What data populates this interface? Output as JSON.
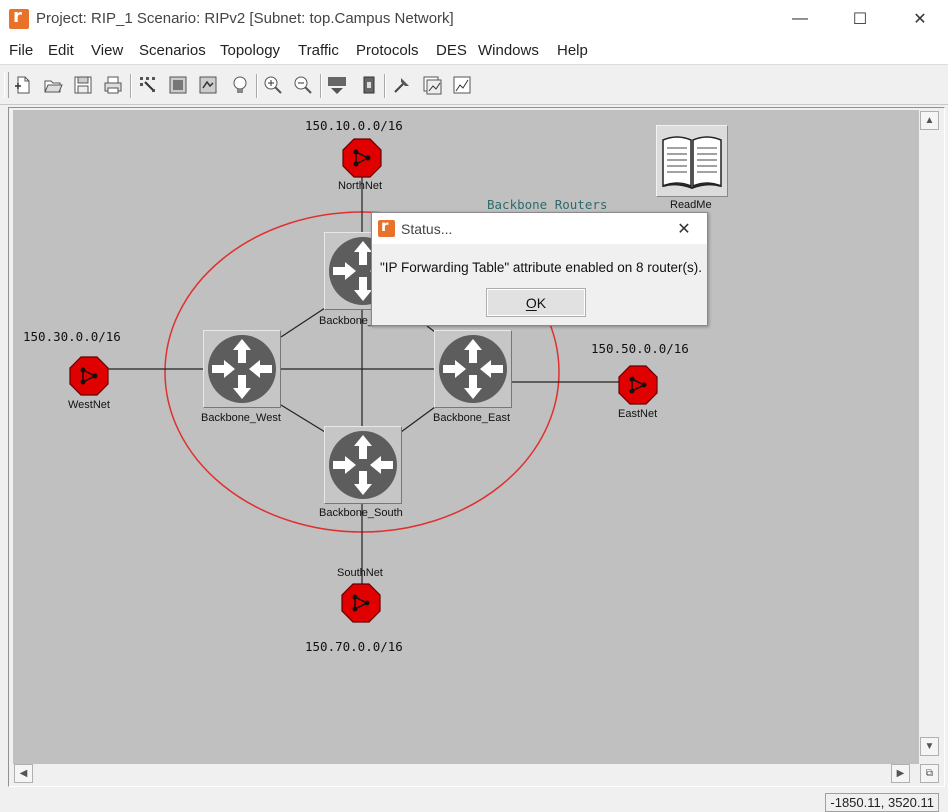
{
  "window": {
    "title": "Project: RIP_1 Scenario: RIPv2  [Subnet: top.Campus Network]",
    "minimize_glyph": "—",
    "maximize_glyph": "☐",
    "close_glyph": "✕"
  },
  "menu": [
    "File",
    "Edit",
    "View",
    "Scenarios",
    "Topology",
    "Traffic",
    "Protocols",
    "DES",
    "Windows",
    "Help"
  ],
  "toolbar_icons": [
    "new-project-icon",
    "open-icon",
    "save-icon",
    "print-icon",
    "object-palette-icon",
    "configure-icon",
    "duplicate-icon",
    "inspect-icon",
    "zoom-in-icon",
    "zoom-out-icon",
    "ace-icon",
    "fail-icon",
    "run-simulation-icon",
    "view-results-icon",
    "hide-graphs-icon"
  ],
  "network": {
    "group_label": "Backbone Routers",
    "routers": {
      "north_label": "Backbone_North",
      "west_label": "Backbone_West",
      "east_label": "Backbone_East",
      "south_label": "Backbone_South"
    },
    "subnets": {
      "north_name": "NorthNet",
      "north_addr": "150.10.0.0/16",
      "west_name": "WestNet",
      "west_addr": "150.30.0.0/16",
      "east_name": "EastNet",
      "east_addr": "150.50.0.0/16",
      "south_name": "SouthNet",
      "south_addr": "150.70.0.0/16"
    },
    "readme_label": "ReadMe"
  },
  "dialog": {
    "title": "Status...",
    "message": "\"IP Forwarding Table\" attribute enabled on 8 router(s).",
    "ok_mnemonic": "O",
    "ok_rest": "K"
  },
  "status": {
    "coordinates": "-1850.11, 3520.11"
  },
  "colors": {
    "canvas": "#c0c0c0",
    "subnet_red": "#e00000",
    "ellipse_red": "#e03030",
    "group_label": "#2e6b6b",
    "app_orange": "#e8722a"
  }
}
